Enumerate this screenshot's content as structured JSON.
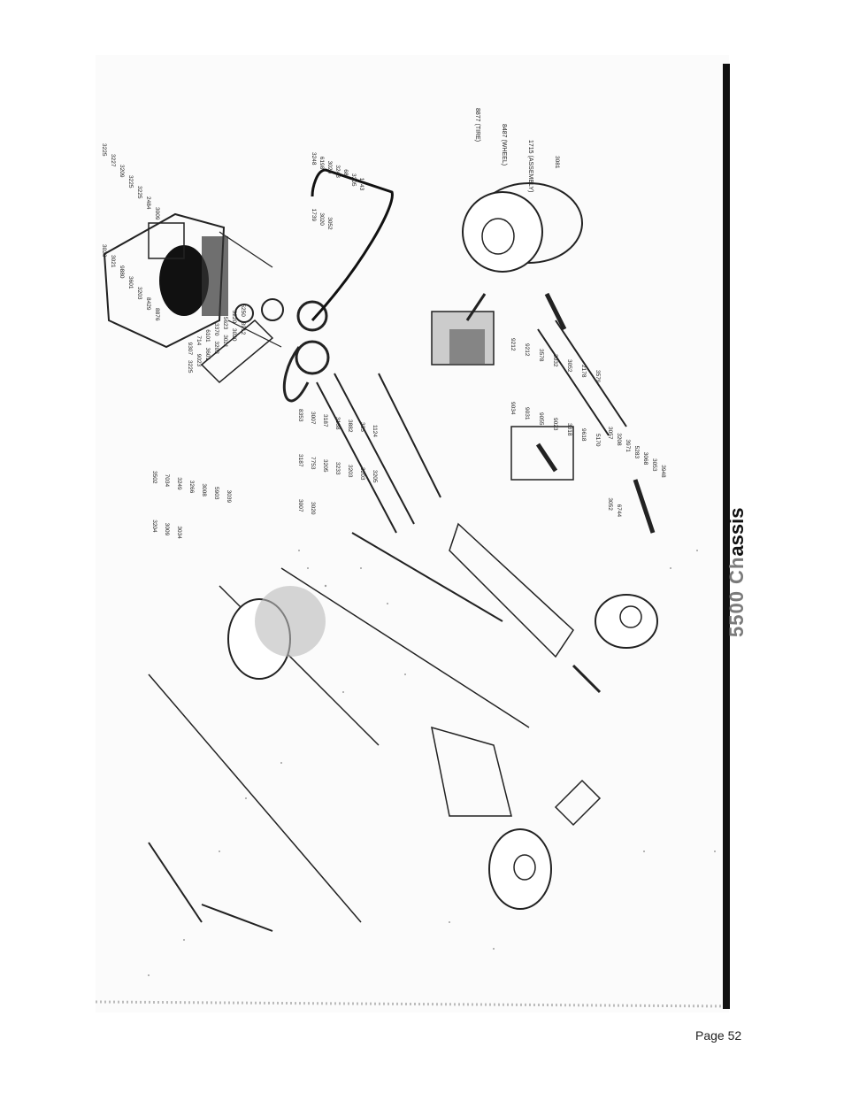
{
  "section_title_faded": "5500 Ch",
  "section_title_bold": "assis",
  "page_number": "Page 52",
  "part_labels": {
    "engine_group": [
      "3225",
      "3227",
      "3209",
      "3225",
      "3225",
      "2484",
      "3009",
      "3020",
      "3021",
      "9880",
      "3601",
      "3203",
      "8429",
      "8876"
    ],
    "pulley_group": [
      "3225",
      "9023",
      "3601",
      "3203",
      "3021",
      "3020",
      "3912",
      "9307",
      "714",
      "6101",
      "3370",
      "5623",
      "3220",
      "5250"
    ],
    "idler_group": [
      "3248",
      "6198",
      "3020",
      "3243",
      "687",
      "3205",
      "1743",
      "1739",
      "3020",
      "3052"
    ],
    "wheel_group": [
      "8877 (TIRE)",
      "8487 (WHEEL)",
      "1715 (ASSEMBLY)",
      "3081"
    ],
    "frame_group": [
      "8353",
      "3007",
      "3187",
      "3188",
      "3882",
      "335",
      "1124",
      "3187",
      "7753",
      "3205",
      "3233",
      "3203",
      "3203",
      "3205",
      "3007",
      "3020"
    ],
    "axle_group": [
      "9212",
      "9212",
      "3578",
      "3032",
      "3052",
      "2178",
      "3579",
      "9034",
      "9031",
      "9055",
      "9023",
      "3318",
      "9618",
      "5170"
    ],
    "lower_group": [
      "3057",
      "3208",
      "3971",
      "5283",
      "3068",
      "3053",
      "3948",
      "3052",
      "6744"
    ],
    "left_group": [
      "3502",
      "7034",
      "3249",
      "3266",
      "3008",
      "5903",
      "3039",
      "3204",
      "3009",
      "3034"
    ]
  }
}
